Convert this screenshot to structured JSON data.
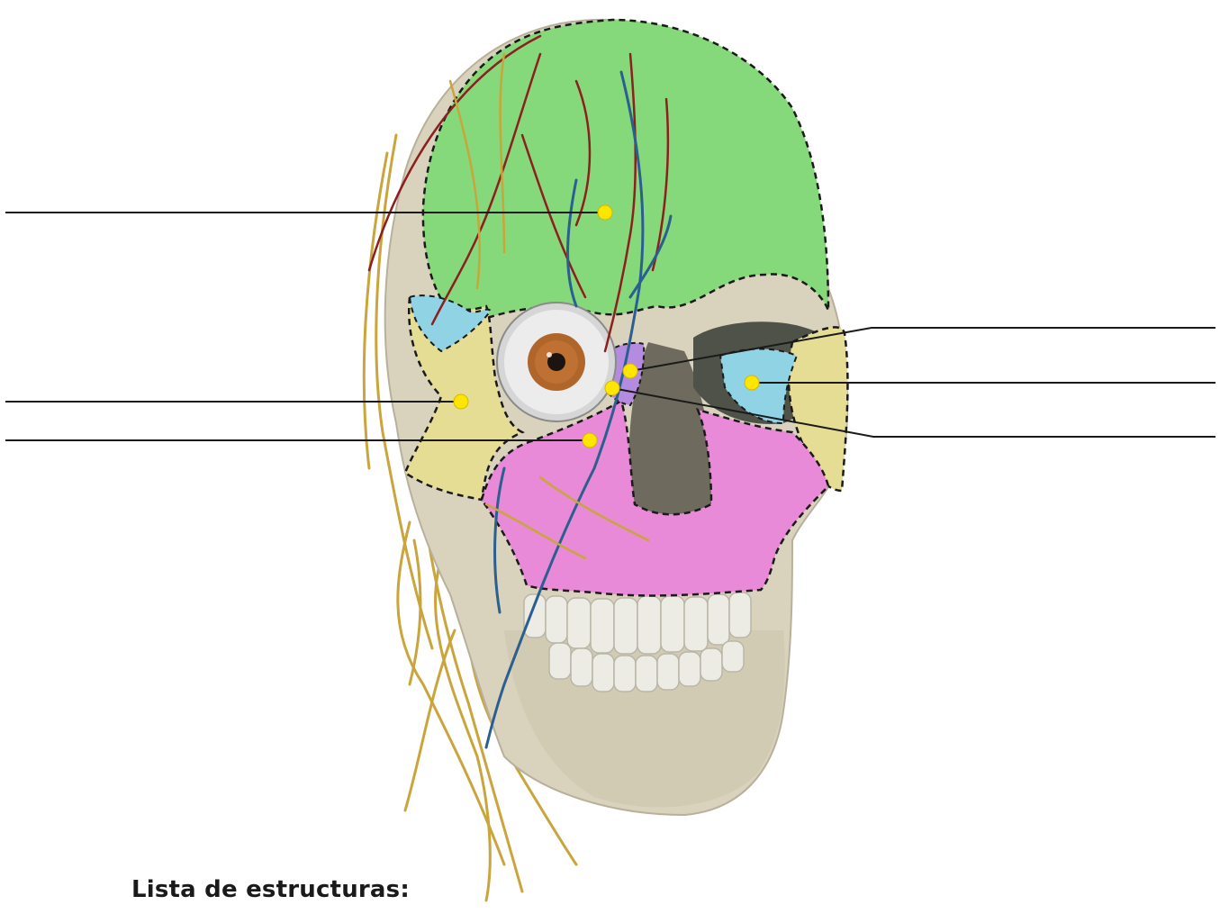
{
  "diagram": {
    "list_title": "Lista de estructuras:",
    "colors": {
      "background": "#ffffff",
      "leader_line": "#1a1a1a",
      "marker": "#ffe600",
      "frontal": "#86d97a",
      "zygomatic": "#e6dd94",
      "sphenoid": "#8fd3e4",
      "maxilla": "#e98ad9",
      "lacrimal_ethmoid": "#b48be0",
      "skull_bone": "#d9d2bd",
      "nerve": "#c9a53c",
      "artery": "#8c1f1f",
      "vein": "#2b5f8f",
      "iris": "#b0652a"
    },
    "structures": [
      {
        "id": "frontal",
        "label": "",
        "region_color": "frontal"
      },
      {
        "id": "zygomatic-left",
        "label": "",
        "region_color": "zygomatic"
      },
      {
        "id": "maxilla",
        "label": "",
        "region_color": "maxilla"
      },
      {
        "id": "lacrimal",
        "label": "",
        "region_color": "lacrimal_ethmoid"
      },
      {
        "id": "sphenoid-right",
        "label": "",
        "region_color": "sphenoid"
      },
      {
        "id": "ethmoid",
        "label": "",
        "region_color": "lacrimal_ethmoid"
      }
    ]
  }
}
